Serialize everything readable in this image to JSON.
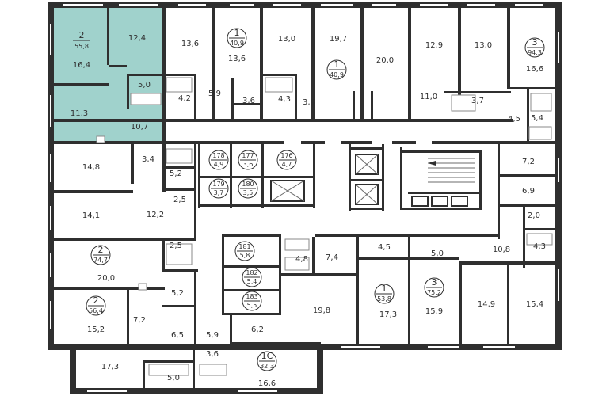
{
  "highlight_color": "#8fcac3",
  "apartments": [
    {
      "id": "apt-2-55-8",
      "num": "2",
      "area": "55,8",
      "selected": true
    },
    {
      "id": "apt-1-40-9-top",
      "num": "1",
      "area": "40,9"
    },
    {
      "id": "apt-1-40-9-mid",
      "num": "1",
      "area": "40,9"
    },
    {
      "id": "apt-3-94-3",
      "num": "3",
      "area": "94,3"
    },
    {
      "id": "apt-178",
      "num": "178",
      "area": "4,9"
    },
    {
      "id": "apt-177",
      "num": "177",
      "area": "3,6"
    },
    {
      "id": "apt-176",
      "num": "176",
      "area": "4,7"
    },
    {
      "id": "apt-179",
      "num": "179",
      "area": "3,7"
    },
    {
      "id": "apt-180",
      "num": "180",
      "area": "3,5"
    },
    {
      "id": "apt-181",
      "num": "181",
      "area": "5,8"
    },
    {
      "id": "apt-182",
      "num": "182",
      "area": "5,4"
    },
    {
      "id": "apt-183",
      "num": "183",
      "area": "5,5"
    },
    {
      "id": "apt-2-74-7",
      "num": "2",
      "area": "74,7"
    },
    {
      "id": "apt-2-56-4",
      "num": "2",
      "area": "56,4"
    },
    {
      "id": "apt-1-53-8",
      "num": "1",
      "area": "53,8"
    },
    {
      "id": "apt-3-75-2",
      "num": "3",
      "area": "75,2"
    },
    {
      "id": "apt-1c-32-3",
      "num": "1С",
      "area": "32,3"
    }
  ],
  "rooms": [
    "16,4",
    "12,4",
    "11,3",
    "5,0",
    "10,7",
    "13,6",
    "4,2",
    "5,9",
    "13,6",
    "3,6",
    "13,0",
    "4,3",
    "3,9",
    "19,7",
    "20,0",
    "12,9",
    "13,0",
    "11,0",
    "3,7",
    "16,6",
    "4,5",
    "5,4",
    "14,8",
    "3,4",
    "5,2",
    "2,5",
    "14,1",
    "12,2",
    "2,5",
    "20,0",
    "15,2",
    "7,2",
    "5,2",
    "6,5",
    "17,3",
    "5,0",
    "3,6",
    "5,9",
    "6,2",
    "16,6",
    "4,8",
    "7,4",
    "4,5",
    "5,0",
    "10,8",
    "19,8",
    "17,3",
    "15,9",
    "14,9",
    "15,4",
    "7,2",
    "6,9",
    "2,0",
    "4,3"
  ]
}
